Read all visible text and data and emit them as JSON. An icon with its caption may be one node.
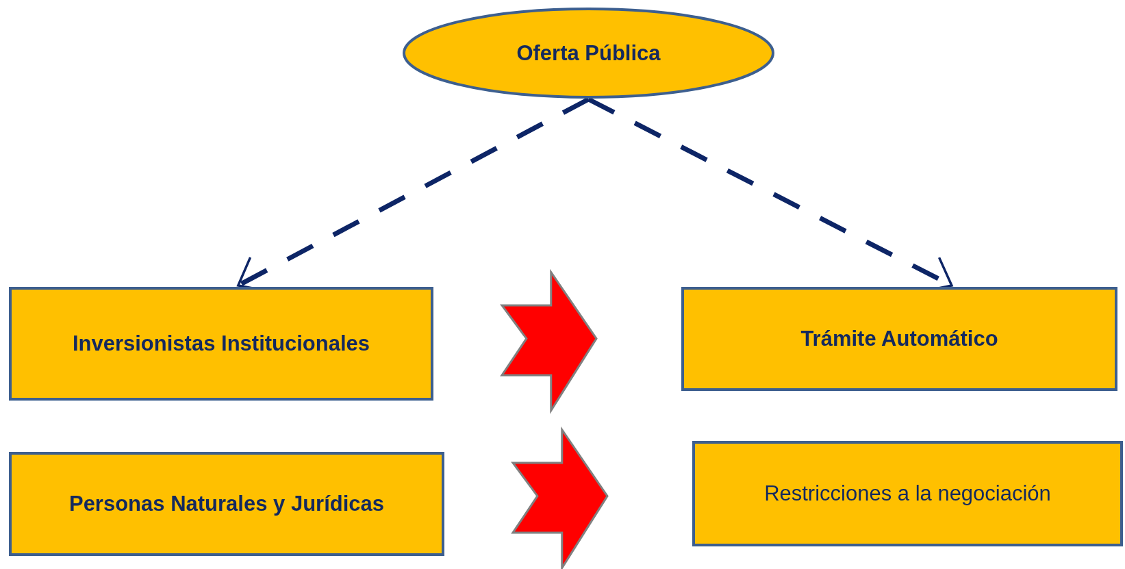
{
  "diagram": {
    "nodes": [
      {
        "text": [
          "Oferta Pública"
        ]
      },
      {
        "text": [
          "Inversionistas Institucionales"
        ]
      },
      {
        "text": [
          "Trámite Automático"
        ]
      },
      {
        "text": [
          "Personas Naturales y Jurídicas"
        ]
      },
      {
        "text": [
          "Restricciones a la negociación"
        ]
      }
    ],
    "edges": [
      {
        "from": 0,
        "to": 1,
        "arrow": "to",
        "style": "dashed"
      },
      {
        "from": 0,
        "to": 2,
        "arrow": "to",
        "style": "dashed"
      },
      {
        "from": 1,
        "to": 2,
        "arrow": "to",
        "style": "thick",
        "color": "#ff0000"
      },
      {
        "from": 3,
        "to": 4,
        "arrow": "to",
        "style": "thick",
        "color": "#ff0000"
      }
    ]
  }
}
